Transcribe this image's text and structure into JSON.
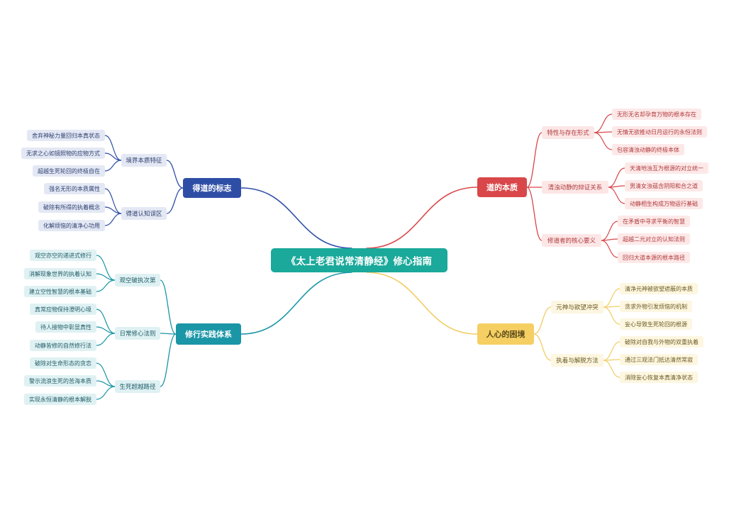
{
  "root": {
    "text": "《太上老君说常清静经》修心指南"
  },
  "colors": {
    "root": "#1aa99a",
    "red": "#d9474a",
    "yellow": "#f5cf63",
    "blue": "#2e4ea6",
    "teal": "#1a96a6"
  },
  "branches": [
    {
      "id": "red",
      "text": "道的本质",
      "children": [
        {
          "text": "特性与存在形式",
          "children": [
            "无形无名却孕育万物的根本存在",
            "无情无欲推动日月运行的永恒法则",
            "包容清浊动静的终极本体"
          ]
        },
        {
          "text": "清浊动静的辩证关系",
          "children": [
            "天清地浊互为根源的对立统一",
            "男清女浊蕴含阴阳和合之道",
            "动静相生构成万物运行基础"
          ]
        },
        {
          "text": "修道者的核心要义",
          "children": [
            "在矛盾中寻求平衡的智慧",
            "超越二元对立的认知法则",
            "回归大道本源的根本路径"
          ]
        }
      ]
    },
    {
      "id": "yellow",
      "text": "人心的困境",
      "children": [
        {
          "text": "元神与欲望冲突",
          "children": [
            "清净元神被欲望遮蔽的本质",
            "贪求外物引发烦恼的机制",
            "妄心导致生死轮回的根源"
          ]
        },
        {
          "text": "执着与解脱方法",
          "children": [
            "破除对自我与外物的双重执着",
            "通过三观法门抵达清然常寂",
            "消除妄心恢复本真清净状态"
          ]
        }
      ]
    },
    {
      "id": "blue",
      "text": "得道的标志",
      "children": [
        {
          "text": "境界本质特征",
          "children": [
            "舍弃神秘力量回归本真状态",
            "无求之心如镜照物的应物方式",
            "超越生死轮回的终极自在"
          ]
        },
        {
          "text": "得道认知误区",
          "children": [
            "强名无形的本质属性",
            "破除有所得的执着概念",
            "化解烦恼的清净心功用"
          ]
        }
      ]
    },
    {
      "id": "teal",
      "text": "修行实践体系",
      "children": [
        {
          "text": "观空破执次第",
          "children": [
            "观空亦空的递进式修行",
            "消解现象世界的执着认知",
            "建立空性智慧的根本基础"
          ]
        },
        {
          "text": "日常修心法则",
          "children": [
            "真常应物保持澄明心境",
            "待人接物中彰显真性",
            "动静皆修的自然修行法"
          ]
        },
        {
          "text": "生死超越路径",
          "children": [
            "破除对生命形态的贪恋",
            "警示流浪生死的苦海本质",
            "实现永恒清静的根本解脱"
          ]
        }
      ]
    }
  ]
}
